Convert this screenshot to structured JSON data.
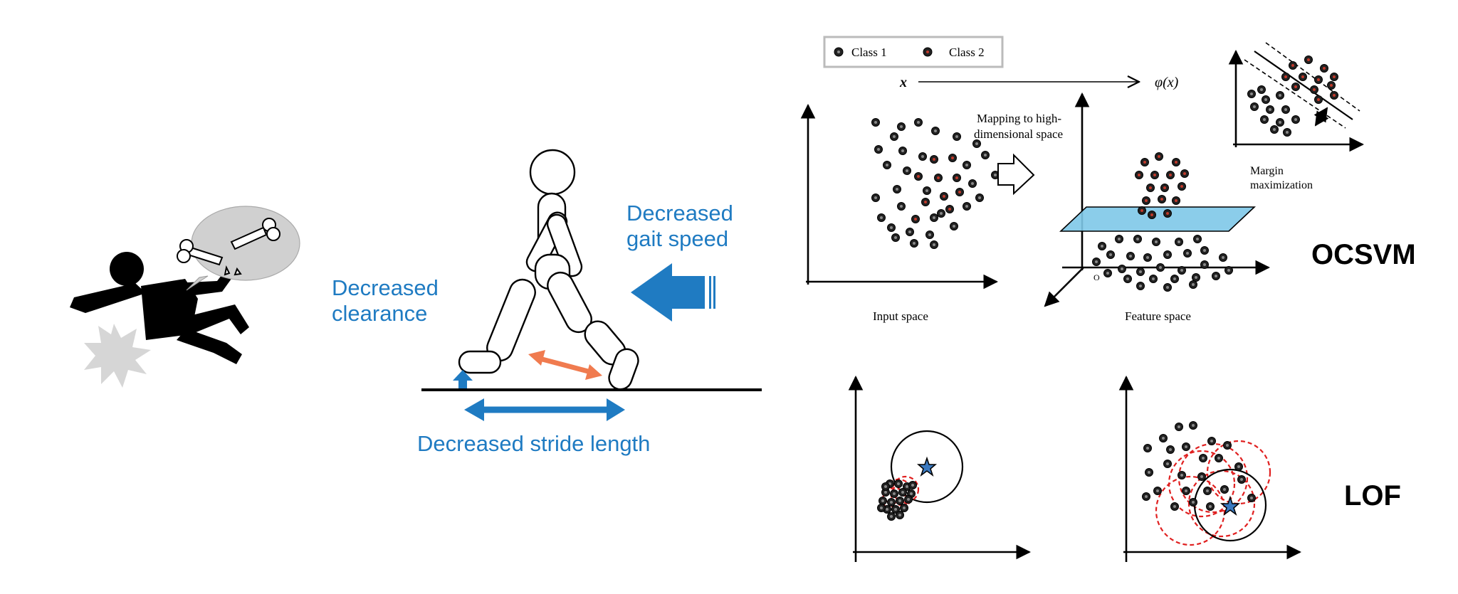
{
  "colors": {
    "accent_blue": "#1f7bc2",
    "accent_orange": "#f07b4f",
    "plane_fill": "#7ec8e8",
    "class2_dot": "#c0392b",
    "ring_red": "#e02020",
    "star_fill": "#3a79c0"
  },
  "icons": [
    "falling-person-icon",
    "broken-bone-icon",
    "impact-burst-icon",
    "walking-mannequin-icon",
    "star-icon"
  ],
  "gait": {
    "gait_speed_line1": "Decreased",
    "gait_speed_line2": "gait speed",
    "clearance_line1": "Decreased",
    "clearance_line2": "clearance",
    "stride": "Decreased stride length"
  },
  "ocsvm": {
    "legend_class1": "Class 1",
    "legend_class2": "Class 2",
    "map_x": "x",
    "map_phi": "φ(x)",
    "mapping_line1": "Mapping to high-",
    "mapping_line2": "dimensional space",
    "input_space": "Input space",
    "feature_space": "Feature space",
    "origin": "O",
    "margin_line1": "Margin",
    "margin_line2": "maximization",
    "title": "OCSVM"
  },
  "lof": {
    "title": "LOF"
  }
}
